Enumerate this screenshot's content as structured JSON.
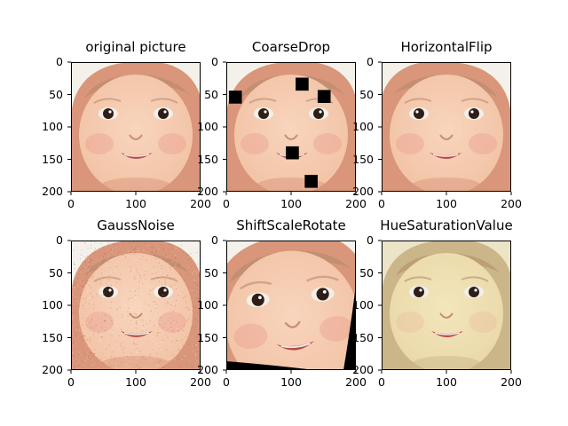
{
  "figure": {
    "tick_labels": {
      "y": [
        "0",
        "50",
        "100",
        "150",
        "200"
      ],
      "x": [
        "0",
        "100",
        "200"
      ]
    },
    "axis_range": {
      "x": [
        0,
        200
      ],
      "y": [
        0,
        200
      ]
    },
    "panels": [
      {
        "title": "original picture",
        "variant": "original"
      },
      {
        "title": "CoarseDrop",
        "variant": "coarsedrop",
        "dropouts": [
          [
            14,
            54
          ],
          [
            117,
            34
          ],
          [
            151,
            53
          ],
          [
            102,
            140
          ],
          [
            131,
            184
          ]
        ],
        "dropout_size": 20
      },
      {
        "title": "HorizontalFlip",
        "variant": "hflip"
      },
      {
        "title": "GaussNoise",
        "variant": "noise"
      },
      {
        "title": "ShiftScaleRotate",
        "variant": "shiftscale"
      },
      {
        "title": "HueSaturationValue",
        "variant": "huesat"
      }
    ]
  },
  "colors": {
    "skin": "#f2c2a4",
    "skin_dark": "#d9967a",
    "hair": "#b08a6c",
    "hood": "#f4f1ea",
    "huesat_skin": "#e9d8a8",
    "dropout": "#000000"
  }
}
